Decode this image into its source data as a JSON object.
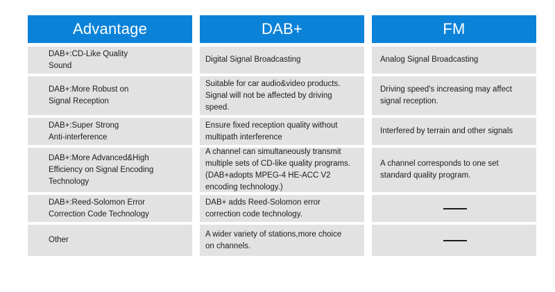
{
  "table": {
    "accent_color": "#0a82d8",
    "cell_color": "#e2e2e2",
    "text_color": "#1c1c1c",
    "columns": [
      {
        "key": "advantage",
        "header": "Advantage",
        "cells": [
          "DAB+:CD-Like Quality\nSound",
          "DAB+:More Robust on\nSignal Reception",
          "DAB+:Super Strong\nAnti-interference",
          "DAB+:More Advanced&High\nEfficiency on Signal Encoding\nTechnology",
          "DAB+:Reed-Solomon Error\nCorrection Code Technology",
          "Other"
        ]
      },
      {
        "key": "dabplus",
        "header": "DAB+",
        "cells": [
          "Digital Signal Broadcasting",
          "Suitable for car audio&video products.\nSignal will not be affected by driving\nspeed.",
          "Ensure fixed reception quality without\nmultipath interference",
          "A channel can simultaneously transmit\nmultiple sets of CD-like quality programs.\n(DAB+adopts MPEG-4 HE-ACC V2\nencoding technology.)",
          "DAB+ adds Reed-Solomon error\ncorrection code technology.",
          "A wider variety of stations,more choice\non channels."
        ]
      },
      {
        "key": "fm",
        "header": "FM",
        "cells": [
          "Analog Signal Broadcasting",
          "Driving speed's increasing may affect\nsignal reception.",
          "Interfered by terrain and other signals",
          "A channel corresponds to one set\nstandard quality program.",
          "",
          ""
        ],
        "dash_rows": [
          5,
          6
        ]
      }
    ]
  }
}
